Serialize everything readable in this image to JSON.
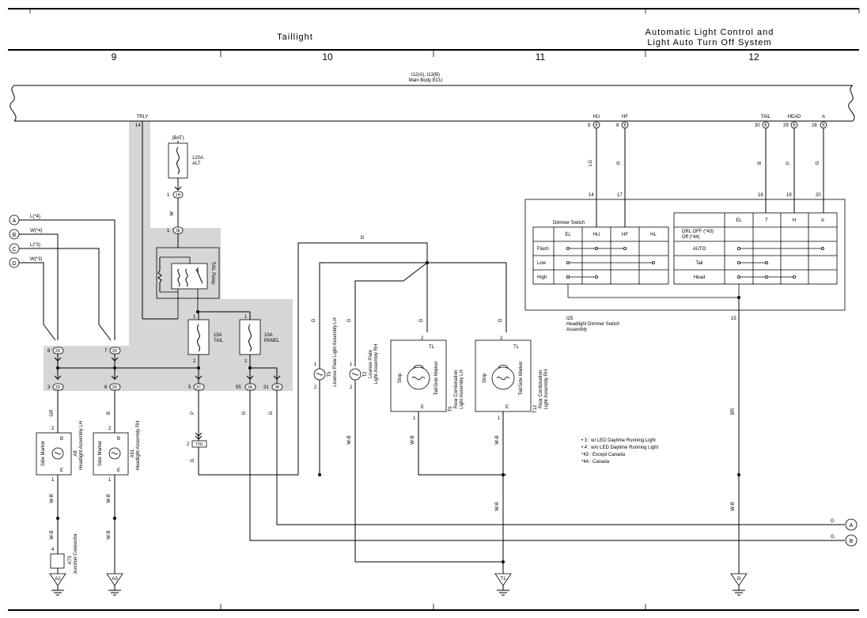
{
  "header": {
    "section_left": "Taillight",
    "section_right_line1": "Automatic Light Control and",
    "section_right_line2": "Light Auto Turn Off System",
    "columns": [
      "9",
      "10",
      "11",
      "12"
    ]
  },
  "ecu": {
    "name_line1": "I12(A), I13(B)",
    "name_line2": "Main Body ECU",
    "terminals": [
      {
        "name": "TRLY",
        "pin": "14"
      },
      {
        "name": "HU",
        "pin": "9",
        "conn": "B"
      },
      {
        "name": "HF",
        "pin": "8",
        "conn": "B"
      },
      {
        "name": "TAIL",
        "pin": "30",
        "conn": "B"
      },
      {
        "name": "HEAD",
        "pin": "29",
        "conn": "B"
      },
      {
        "name": "A",
        "pin": "28",
        "conn": "B"
      }
    ]
  },
  "wire_colors": {
    "lg": "LG",
    "r": "R",
    "b": "B",
    "p": "P",
    "g": "G",
    "w": "W",
    "gr": "GR",
    "wb": "W-B",
    "br": "BR"
  },
  "fuses": {
    "bat": "(BAT)",
    "alt_amp": "120A",
    "alt_name": "ALT",
    "tail_amp": "15A",
    "tail_name": "TAIL",
    "panel_amp": "10A",
    "panel_name": "PANEL"
  },
  "relay": {
    "name": "TAIL Relay"
  },
  "connectors": {
    "c1h": "1H",
    "c3e": "3E",
    "c3d": "3D",
    "c3c": "3C",
    "c3a": "3A",
    "c3b": "3B",
    "tn1": "TN1",
    "pins": {
      "p1": "1",
      "p2": "2",
      "p3": "3",
      "p4": "4",
      "p5": "5",
      "p6": "6",
      "p7": "7",
      "p8": "8",
      "p14": "14",
      "p17": "17",
      "p18": "18",
      "p19": "19",
      "p20": "20",
      "p15": "15",
      "p55": "55",
      "p31": "31",
      "p9": "9",
      "p28": "28",
      "p29": "29",
      "p30": "30"
    }
  },
  "offpage": {
    "a_label": "A",
    "b_label": "B",
    "c_label": "C",
    "d_label": "D",
    "a_wire": "L(*4)",
    "b_wire": "W(*4)",
    "c_wire": "L(*3)",
    "d_wire": "W(*3)"
  },
  "components": {
    "a8_id": "A8",
    "a8_name": "Headlight Assembly LH",
    "a51_id": "A51",
    "a51_name": "Headlight Assembly RH",
    "side_marker": "Side Marker",
    "a73_id": "A73",
    "a73_name": "Junction Connector",
    "t5_id": "T5",
    "t5_name": "License Plate Light Assembly LH",
    "t2_id": "T2",
    "t2_name_line1": "License Plate",
    "t2_name_line2": "Light Assembly RH",
    "t9_id": "T9",
    "t9_name_line1": "Rear Combination",
    "t9_name_line2": "Light Assembly LH",
    "t12_id": "T12",
    "t12_name_line1": "Rear Combination",
    "t12_name_line2": "Light Assembly RH",
    "stop": "Stop",
    "tail_side_marker": "Tail/Side Marker",
    "tl": "TL",
    "e": "E",
    "b": "B"
  },
  "dimmer": {
    "id": "I25",
    "name_line1": "Headlight Dimmer Switch",
    "name_line2": "Assembly",
    "switch_title": "Dimmer Switch",
    "columns": [
      "EL",
      "HU",
      "HF",
      "HL"
    ],
    "rows": [
      "Flash",
      "Low",
      "High"
    ],
    "light_columns": [
      "EL",
      "T",
      "H",
      "A"
    ],
    "light_header_line1": "DRL OFF (*43)",
    "light_header_line2": "Off (*44)",
    "light_rows": [
      "AUTO",
      "Tail",
      "Head"
    ]
  },
  "notes": [
    "• 3 : w/ LED Daytime Running Light",
    "• 4 : w/o LED Daytime Running Light",
    "*43 : Except Canada",
    "*44 : Canada"
  ],
  "grounds": [
    "A2",
    "A3",
    "T1",
    "I3"
  ]
}
